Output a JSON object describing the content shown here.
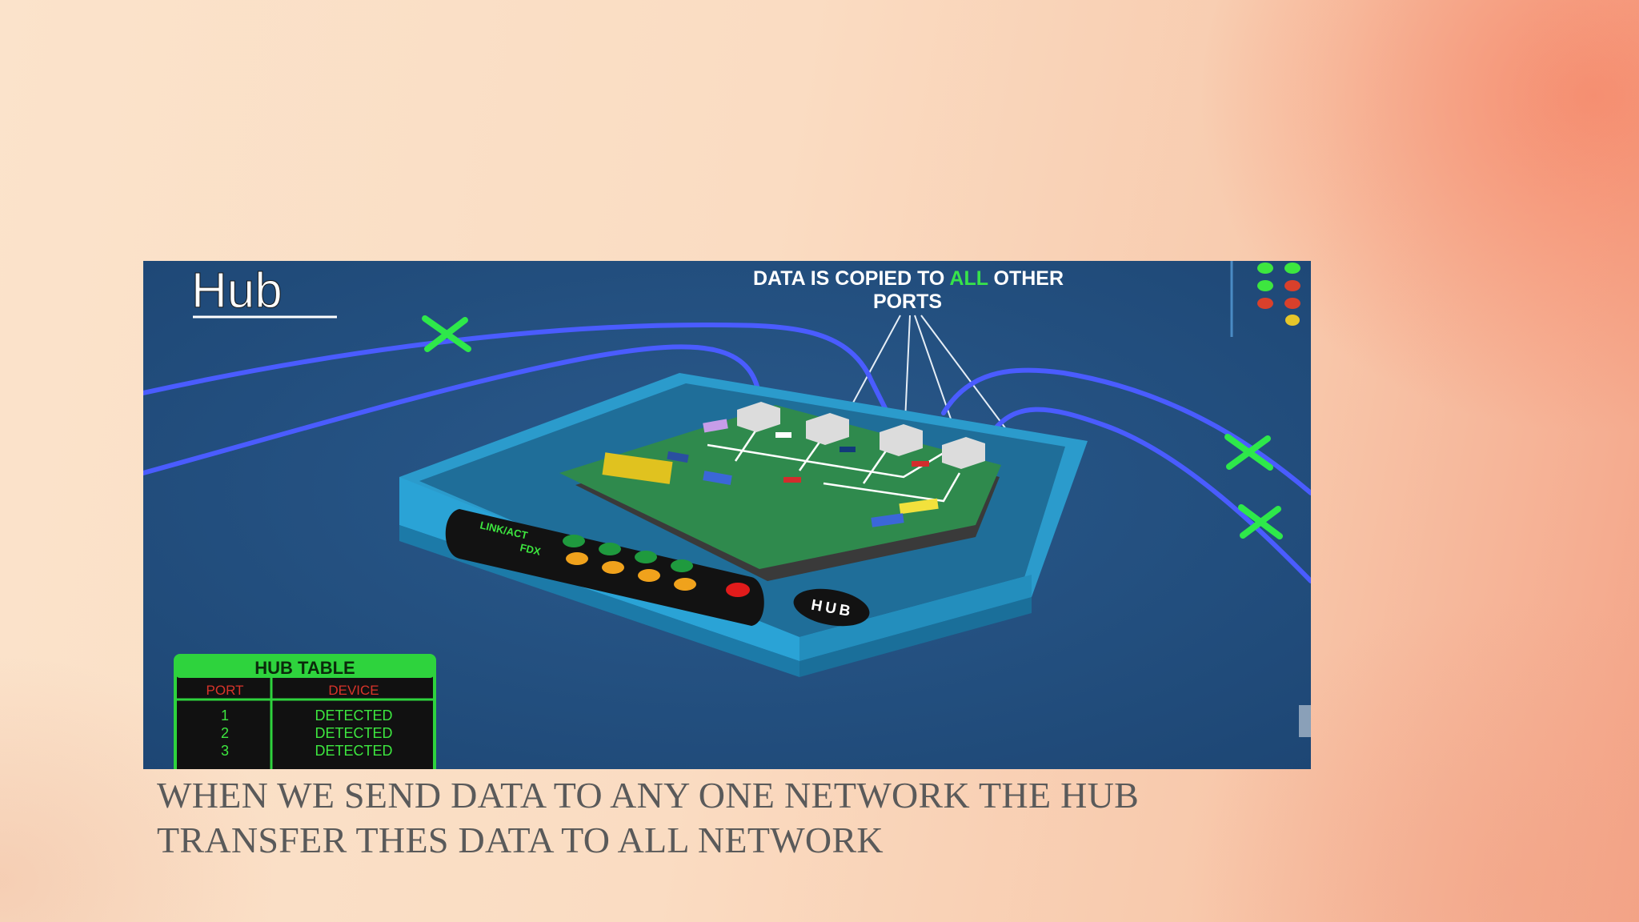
{
  "figure": {
    "title": "Hub",
    "annotation_part1": "DATA IS COPIED TO ",
    "annotation_highlight": "ALL",
    "annotation_part2": " OTHER",
    "annotation_line2": "PORTS",
    "panel_labels": {
      "link_act": "LINK/ACT",
      "fdx": "FDX"
    },
    "device_badge": "HUB",
    "hub_table": {
      "title": "HUB TABLE",
      "columns": [
        "PORT",
        "DEVICE"
      ],
      "rows": [
        {
          "port": "1",
          "device": "DETECTED"
        },
        {
          "port": "2",
          "device": "DETECTED"
        },
        {
          "port": "3",
          "device": "DETECTED"
        }
      ]
    },
    "colors": {
      "background": "#22507f",
      "cable": "#4a5cff",
      "marker": "#2ee84a",
      "hub_body": "#2aa3d6",
      "board": "#2f8a4d",
      "highlight": "#37e34a"
    }
  },
  "caption": {
    "line1": "WHEN WE SEND DATA TO ANY ONE NETWORK THE HUB",
    "line2": "TRANSFER THES DATA TO ALL NETWORK"
  }
}
